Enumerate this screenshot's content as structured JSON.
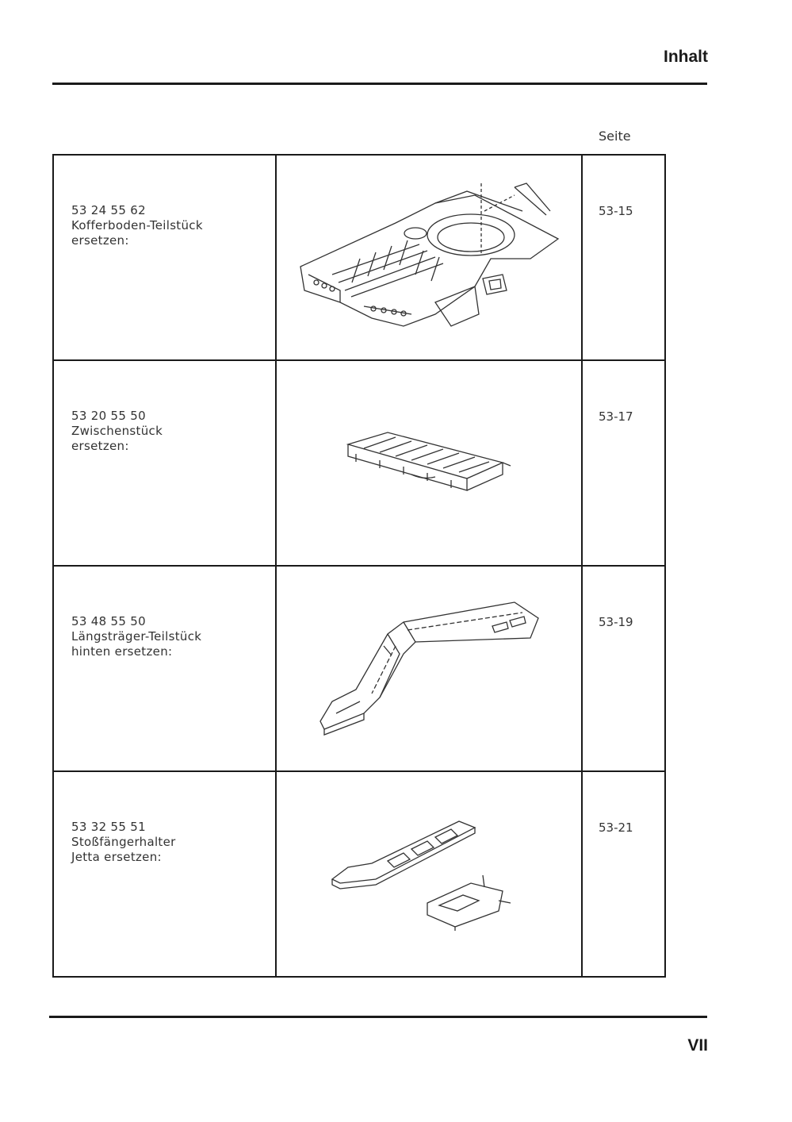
{
  "header": {
    "title": "Inhalt"
  },
  "column_header": {
    "page": "Seite"
  },
  "entries": [
    {
      "code": "53 24 55 62",
      "line1": "Kofferboden-Teilstück",
      "line2": "ersetzen:",
      "page": "53-15",
      "illustration": "trunk-floor-section-icon"
    },
    {
      "code": "53 20 55 50",
      "line1": "Zwischenstück",
      "line2": "ersetzen:",
      "page": "53-17",
      "illustration": "intermediate-panel-icon"
    },
    {
      "code": "53 48 55 50",
      "line1": "Längsträger-Teilstück",
      "line2": "hinten ersetzen:",
      "page": "53-19",
      "illustration": "rear-longitudinal-member-icon"
    },
    {
      "code": "53 32 55 51",
      "line1": "Stoßfängerhalter",
      "line2": "Jetta ersetzen:",
      "page": "53-21",
      "illustration": "bumper-bracket-icon"
    }
  ],
  "footer": {
    "page_number": "VII"
  }
}
